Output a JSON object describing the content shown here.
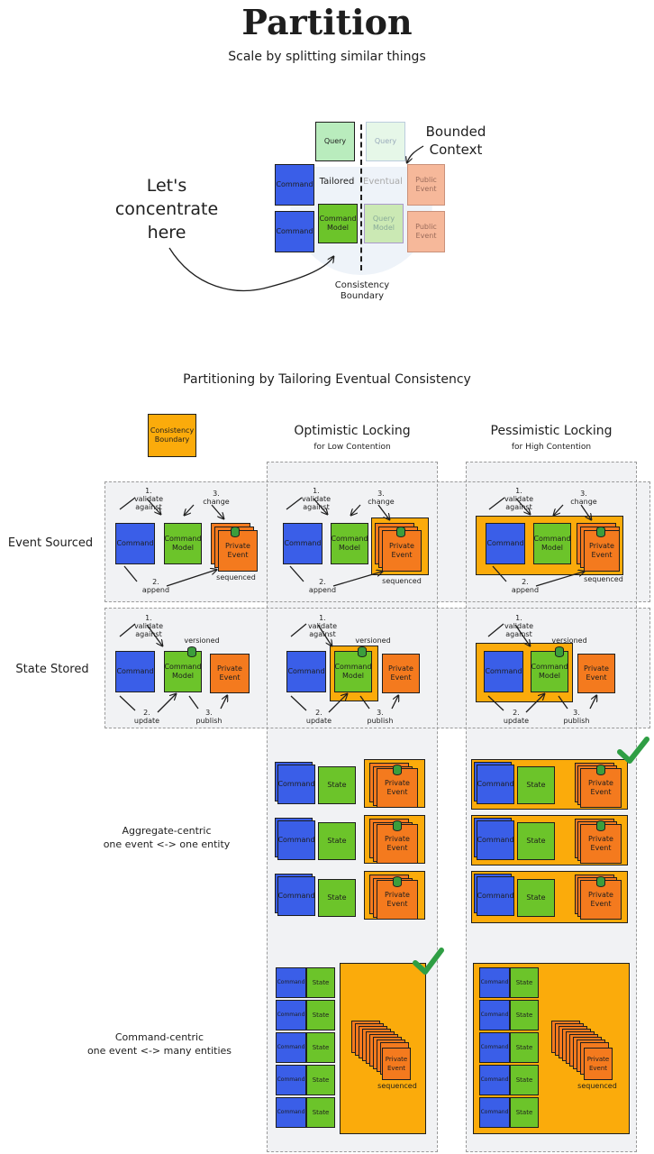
{
  "title": "Partition",
  "subtitle": "Scale by splitting similar things",
  "intro": {
    "bounded_context": "Bounded\nContext",
    "lets_concentrate": "Let's\nconcentrate\nhere",
    "query": "Query",
    "query_faded": "Query",
    "command": "Command",
    "tailored": "Tailored",
    "eventual": "Eventual",
    "command_model": "Command\nModel",
    "query_model": "Query\nModel",
    "public_event": "Public\nEvent",
    "consistency_boundary": "Consistency\nBoundary"
  },
  "section_title": "Partitioning by Tailoring Eventual Consistency",
  "legend": {
    "consistency_boundary": "Consistency\nBoundary"
  },
  "columns": {
    "optimistic": {
      "title": "Optimistic Locking",
      "sub": "for Low Contention"
    },
    "pessimistic": {
      "title": "Pessimistic Locking",
      "sub": "for High Contention"
    }
  },
  "rows": {
    "event_sourced": "Event Sourced",
    "state_stored": "State Stored",
    "aggregate_centric": "Aggregate-centric\none event <-> one entity",
    "command_centric": "Command-centric\none event <-> many entities"
  },
  "labels": {
    "command": "Command",
    "command_model": "Command\nModel",
    "private_event": "Private\nEvent",
    "state": "State",
    "validate_against": "1.\nvalidate\nagainst",
    "change": "3.\nchange",
    "append": "2.\nappend",
    "sequenced": "sequenced",
    "versioned": "versioned",
    "update": "2.\nupdate",
    "publish": "3.\npublish"
  },
  "colors": {
    "command": "#3a5ee8",
    "model": "#6cc42a",
    "event": "#f47a1e",
    "boundary": "#fbab0b",
    "query": "#b9ecbd",
    "public_event": "#f6b89a",
    "check": "#2f9e44"
  }
}
